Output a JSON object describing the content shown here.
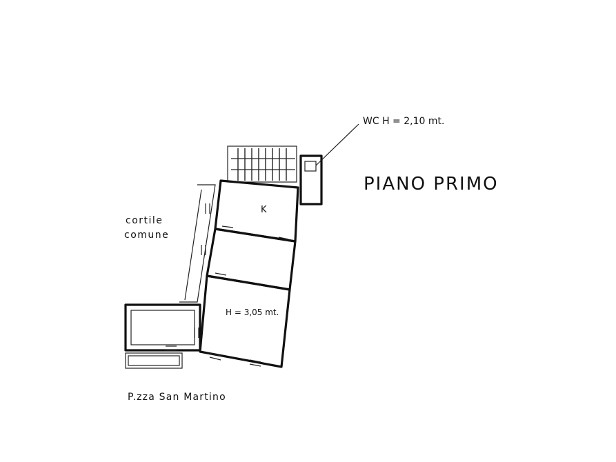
{
  "title": "PIANO PRIMO",
  "wc_label": "WC  H = 2,10 mt.",
  "courtyard_label_line1": "cortile",
  "courtyard_label_line2": "comune",
  "kitchen_label": "K",
  "room_height_label": "H = 3,05 mt.",
  "square_label": "P.zza  San  Martino"
}
